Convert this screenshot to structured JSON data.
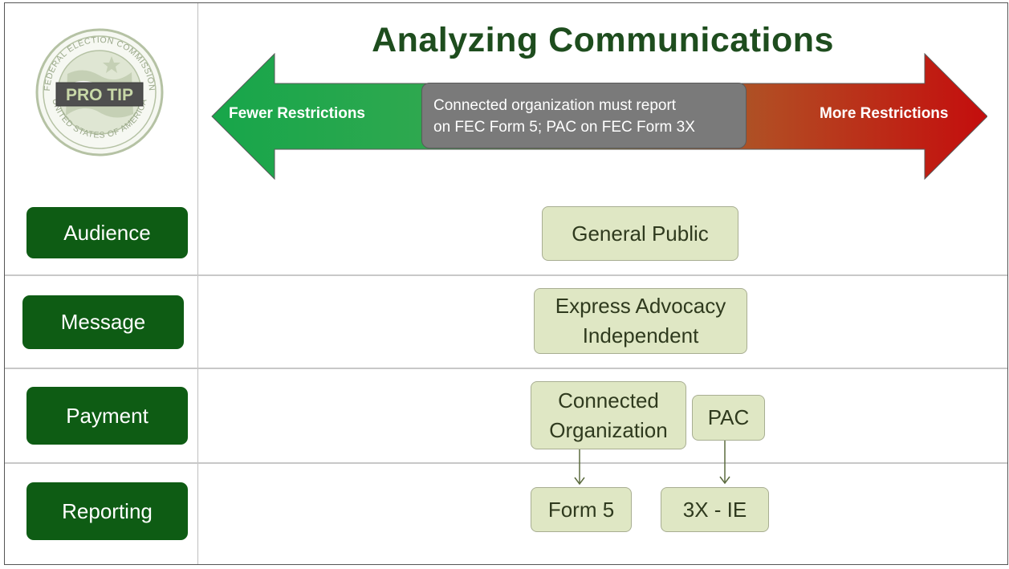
{
  "title": "Analyzing Communications",
  "logo": {
    "badge_text": "PRO TIP",
    "seal_text_top": "FEDERAL ELECTION COMMISSION",
    "seal_text_bottom": "UNITED STATES OF AMERICA"
  },
  "arrow": {
    "left_label": "Fewer Restrictions",
    "right_label": "More Restrictions",
    "center_lines": [
      "Connected organization must report",
      "on FEC Form 5; PAC on FEC Form 3X"
    ],
    "colors": {
      "left": "#1aa84a",
      "right": "#c40d0d",
      "center": "#7a7a7a"
    }
  },
  "categories": {
    "audience": "Audience",
    "message": "Message",
    "payment": "Payment",
    "reporting": "Reporting"
  },
  "audience_box": "General Public",
  "message_box": [
    "Express Advocacy",
    "Independent"
  ],
  "payment": {
    "connected": [
      "Connected",
      "Organization"
    ],
    "pac": "PAC"
  },
  "reporting": {
    "form5": "Form 5",
    "form3x": "3X - IE"
  },
  "colors": {
    "title": "#1e4d1e",
    "category_button": "#0e5c14",
    "box_fill": "#dfe7c4",
    "box_border": "#a8ae92"
  }
}
